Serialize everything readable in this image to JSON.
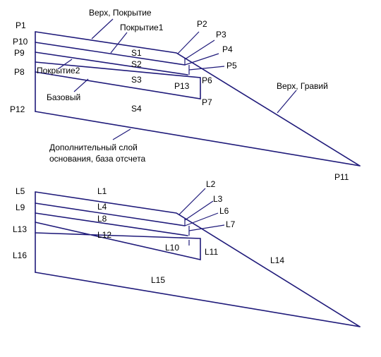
{
  "top": {
    "points": {
      "P1": "P1",
      "P2": "P2",
      "P3": "P3",
      "P4": "P4",
      "P5": "P5",
      "P6": "P6",
      "P7": "P7",
      "P8": "P8",
      "P9": "P9",
      "P10": "P10",
      "P11": "P11",
      "P12": "P12",
      "P13": "P13"
    },
    "surfaces": {
      "S1": "S1",
      "S2": "S2",
      "S3": "S3",
      "S4": "S4"
    },
    "annotations": {
      "top_cover": "Верх, Покрытие",
      "cover1": "Покрытие1",
      "cover2": "Покрытие2",
      "base": "Базовый",
      "gravel": "Верх, Гравий",
      "extra_line1": "Дополнительный слой",
      "extra_line2": "основания, база отсчета"
    }
  },
  "bottom": {
    "lines": {
      "L1": "L1",
      "L2": "L2",
      "L3": "L3",
      "L4": "L4",
      "L5": "L5",
      "L6": "L6",
      "L7": "L7",
      "L8": "L8",
      "L9": "L9",
      "L10": "L10",
      "L11": "L11",
      "L12": "L12",
      "L13": "L13",
      "L14": "L14",
      "L15": "L15",
      "L16": "L16"
    }
  },
  "colors": {
    "line": "#1f1a7a",
    "text": "#000000",
    "background": "#ffffff"
  }
}
